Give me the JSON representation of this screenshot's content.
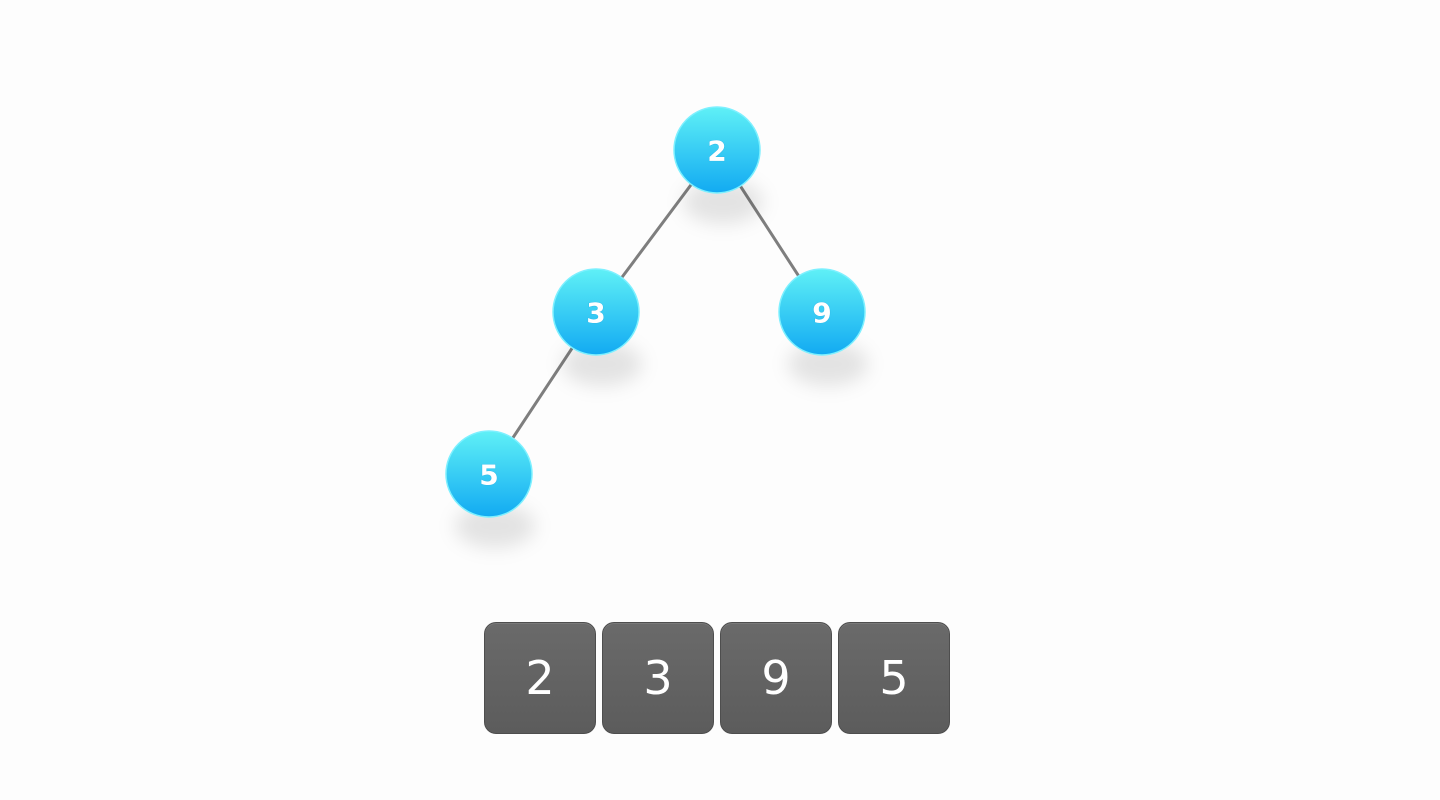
{
  "tree": {
    "nodes": [
      {
        "id": "n0",
        "label": "2"
      },
      {
        "id": "n1",
        "label": "3"
      },
      {
        "id": "n2",
        "label": "9"
      },
      {
        "id": "n3",
        "label": "5"
      }
    ],
    "edges": [
      {
        "from": "n0",
        "to": "n1"
      },
      {
        "from": "n0",
        "to": "n2"
      },
      {
        "from": "n1",
        "to": "n3"
      }
    ]
  },
  "array": {
    "cells": [
      "2",
      "3",
      "9",
      "5"
    ]
  },
  "colors": {
    "node_top": "#5ff0f6",
    "node_bottom": "#12aaf2",
    "edge": "#7e7e7e",
    "cell": "#5f5f5f",
    "background": "#fdfdfd"
  }
}
